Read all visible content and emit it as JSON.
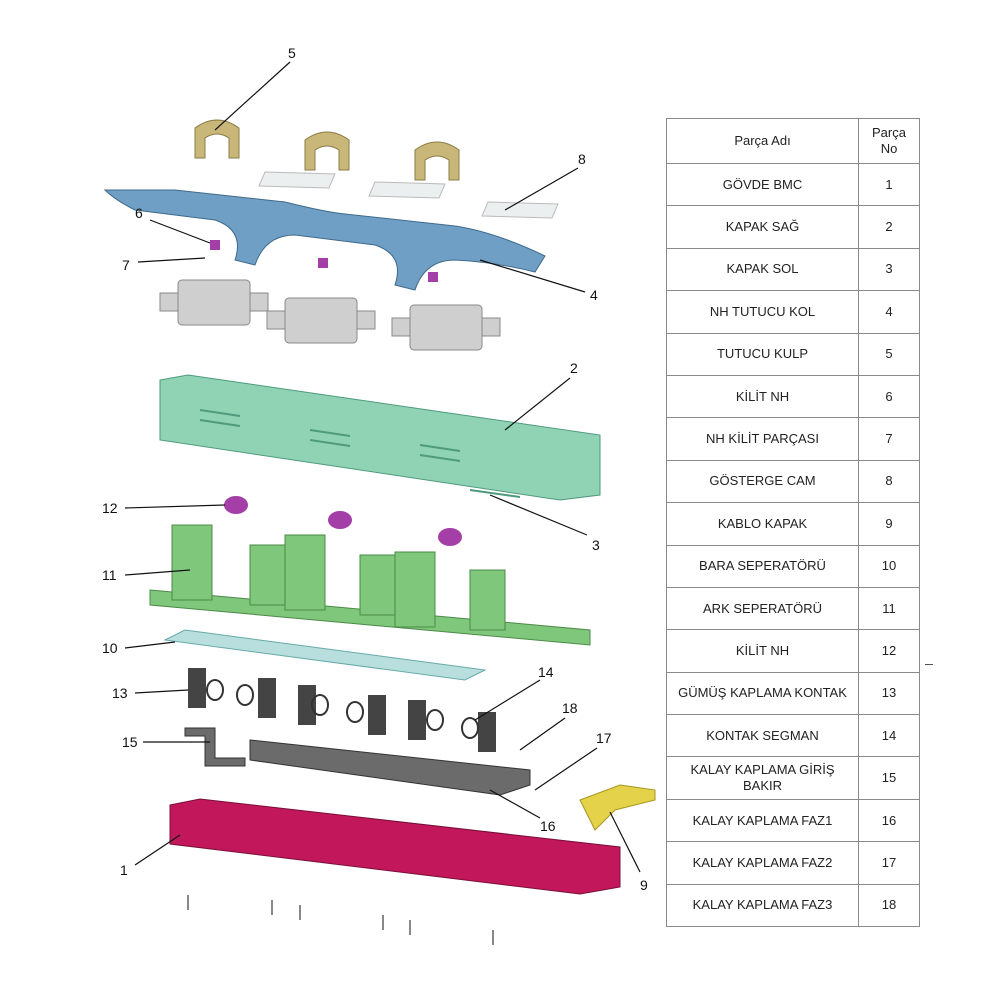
{
  "table": {
    "header": {
      "name": "Parça Adı",
      "no": "Parça No"
    },
    "rows": [
      {
        "name": "GÖVDE BMC",
        "no": "1"
      },
      {
        "name": "KAPAK SAĞ",
        "no": "2"
      },
      {
        "name": "KAPAK SOL",
        "no": "3"
      },
      {
        "name": "NH TUTUCU KOL",
        "no": "4"
      },
      {
        "name": "TUTUCU KULP",
        "no": "5"
      },
      {
        "name": "KİLİT NH",
        "no": "6"
      },
      {
        "name": "NH KİLİT PARÇASI",
        "no": "7"
      },
      {
        "name": "GÖSTERGE CAM",
        "no": "8"
      },
      {
        "name": "KABLO KAPAK",
        "no": "9"
      },
      {
        "name": "BARA SEPERATÖRÜ",
        "no": "10"
      },
      {
        "name": "ARK SEPERATÖRÜ",
        "no": "11"
      },
      {
        "name": "KİLİT NH",
        "no": "12"
      },
      {
        "name": "GÜMÜŞ KAPLAMA KONTAK",
        "no": "13"
      },
      {
        "name": "KONTAK SEGMAN",
        "no": "14"
      },
      {
        "name": "KALAY KAPLAMA GİRİŞ BAKIR",
        "no": "15"
      },
      {
        "name": "KALAY KAPLAMA FAZ1",
        "no": "16"
      },
      {
        "name": "KALAY KAPLAMA FAZ2",
        "no": "17"
      },
      {
        "name": "KALAY KAPLAMA FAZ3",
        "no": "18"
      }
    ]
  },
  "callouts": {
    "c1": "1",
    "c2": "2",
    "c3": "3",
    "c4": "4",
    "c5": "5",
    "c6": "6",
    "c7": "7",
    "c8": "8",
    "c9": "9",
    "c10": "10",
    "c11": "11",
    "c12": "12",
    "c13": "13",
    "c14": "14",
    "c15": "15",
    "c16": "16",
    "c17": "17",
    "c18": "18"
  },
  "colors": {
    "body": "#c2185b",
    "cover": "#8fd3b4",
    "holder_arm": "#6f9fc4",
    "handle": "#c9b77a",
    "arc_separator": "#7fc77a",
    "lock": "#a43fa8",
    "copper": "#6b6b6b",
    "cable_cover": "#e3d24a"
  }
}
